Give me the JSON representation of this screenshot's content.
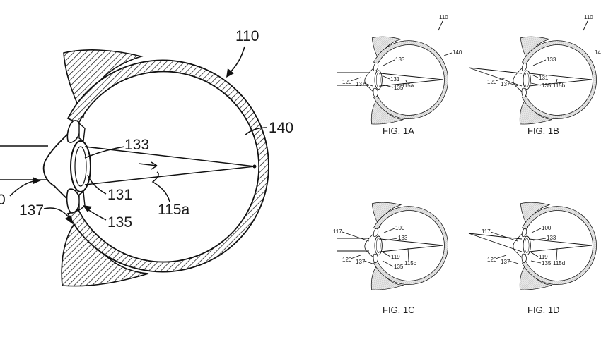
{
  "main_figure": {
    "labels": {
      "ref_110": "110",
      "ref_140": "140",
      "ref_133": "133",
      "ref_131": "131",
      "ref_115a": "115a",
      "ref_137": "137",
      "ref_135": "135",
      "ref_120_partial": "0"
    }
  },
  "small_figures": [
    {
      "id": "1A",
      "caption": "FIG. 1A",
      "labels": {
        "ref_110": "110",
        "ref_140": "140",
        "ref_133": "133",
        "ref_131": "131",
        "ref_120": "120",
        "ref_137": "137",
        "ref_135": "135",
        "ref_115": "115a"
      }
    },
    {
      "id": "1B",
      "caption": "FIG. 1B",
      "labels": {
        "ref_110": "110",
        "ref_140": "14",
        "ref_133": "133",
        "ref_131": "131",
        "ref_120": "120",
        "ref_137": "137",
        "ref_135": "135",
        "ref_115": "115b"
      }
    },
    {
      "id": "1C",
      "caption": "FIG. 1C",
      "labels": {
        "ref_117": "117",
        "ref_100": "100",
        "ref_133": "133",
        "ref_119": "119",
        "ref_120": "120",
        "ref_137": "137",
        "ref_135": "135",
        "ref_115": "115c"
      }
    },
    {
      "id": "1D",
      "caption": "FIG. 1D",
      "labels": {
        "ref_117": "117",
        "ref_100": "100",
        "ref_133": "133",
        "ref_119": "119",
        "ref_120": "120",
        "ref_137": "137",
        "ref_135": "135",
        "ref_115": "115d"
      }
    }
  ]
}
